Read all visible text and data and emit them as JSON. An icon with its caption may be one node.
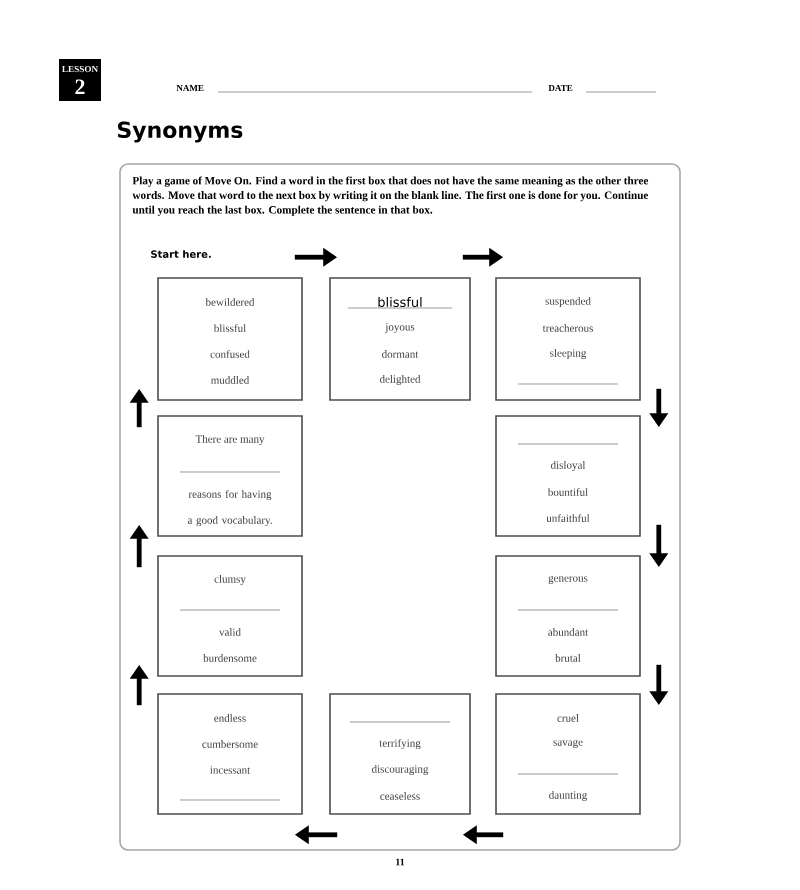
{
  "diagram": {
    "title": "Synonyms",
    "nodes": [
      {
        "text": [
          "Play a game of Move On. Find a word in the first box that does not have the same meaning as the other three words. Move that word to the next box by writing it on the blank line. The first one is done for you. Continue until you reach the last box. Complete the sentence in that box.",
          "Start here."
        ]
      },
      {
        "text": [
          "bewildered",
          "blissful",
          "confused",
          "muddled"
        ],
        "in": 0
      },
      {
        "text": [
          "blissful",
          "joyous",
          "dormant",
          "delighted"
        ],
        "in": 0
      },
      {
        "text": [
          "suspended",
          "treacherous",
          "sleeping"
        ],
        "in": 0
      },
      {
        "text": [
          "disloyal",
          "bountiful",
          "unfaithful"
        ],
        "in": 0
      },
      {
        "text": [
          "generous",
          "abundant",
          "brutal"
        ],
        "in": 0
      },
      {
        "text": [
          "cruel",
          "savage",
          "daunting"
        ],
        "in": 0
      },
      {
        "text": [
          "terrifying",
          "discouraging",
          "ceaseless"
        ],
        "in": 0
      },
      {
        "text": [
          "endless",
          "cumbersome",
          "incessant"
        ],
        "in": 0
      },
      {
        "text": [
          "clumsy",
          "valid",
          "burdensome"
        ],
        "in": 0
      },
      {
        "text": [
          "There are many",
          "reasons for having a good vocabulary."
        ],
        "in": 0
      }
    ],
    "edges": [
      {
        "from": 1,
        "to": 2,
        "arrow": "to"
      },
      {
        "from": 2,
        "to": 3,
        "arrow": "to"
      },
      {
        "from": 3,
        "to": 4,
        "arrow": "to"
      },
      {
        "from": 4,
        "to": 5,
        "arrow": "to"
      },
      {
        "from": 5,
        "to": 6,
        "arrow": "to"
      },
      {
        "from": 6,
        "to": 7,
        "arrow": "to"
      },
      {
        "from": 7,
        "to": 8,
        "arrow": "to"
      },
      {
        "from": 8,
        "to": 9,
        "arrow": "to"
      },
      {
        "from": 9,
        "to": 10,
        "arrow": "to"
      },
      {
        "from": 10,
        "to": 1,
        "arrow": "to"
      }
    ],
    "labels": [
      "LESSON",
      "2",
      "NAME",
      "DATE",
      "11"
    ]
  }
}
